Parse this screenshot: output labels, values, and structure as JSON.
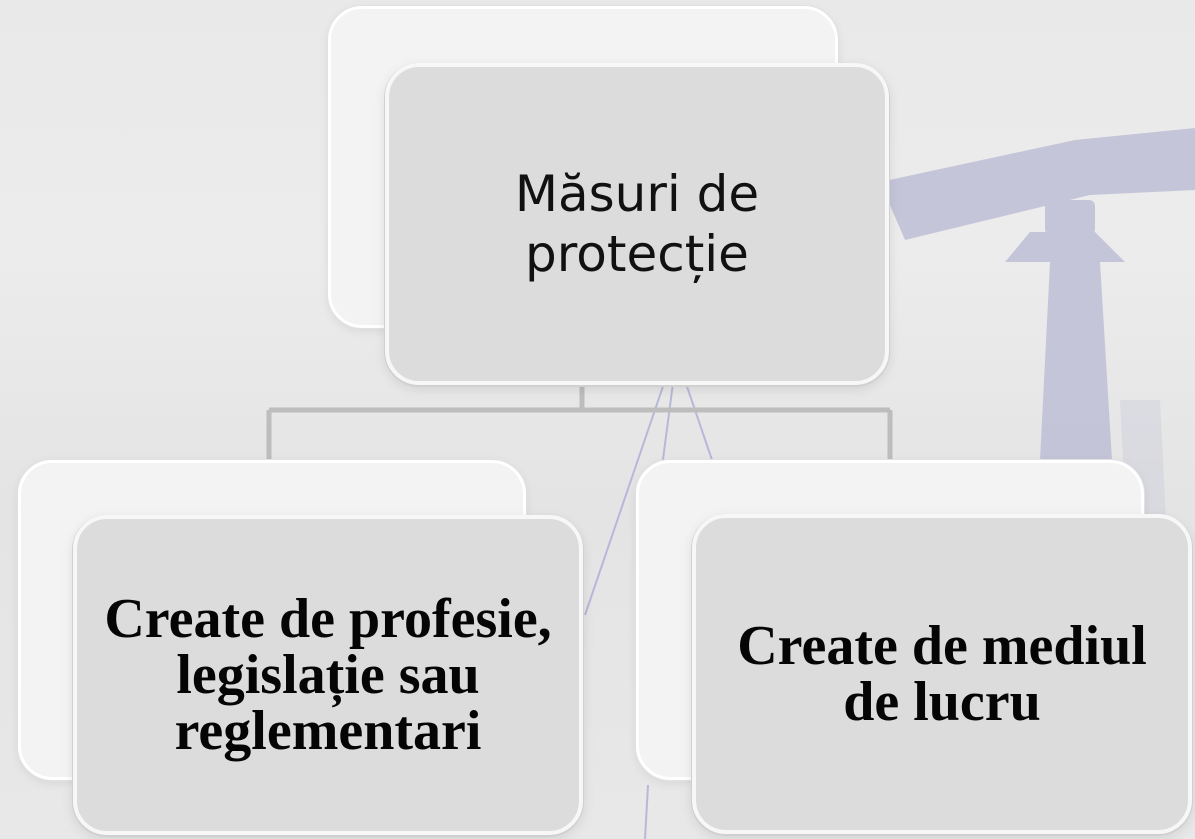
{
  "root": {
    "label": "Măsuri de protecție"
  },
  "children": [
    {
      "label": "Create de profesie, legislație sau reglementari"
    },
    {
      "label": "Create de mediul de lucru"
    }
  ],
  "colors": {
    "background": "#e9e9e9",
    "card_fill": "#dcdcdc",
    "card_border": "#f7f7f7",
    "connector": "#bdbdbd",
    "watermark": "#bfbfd6",
    "text": "#111111"
  },
  "icons": {
    "background_graphic": "oil-pump-silhouette"
  }
}
